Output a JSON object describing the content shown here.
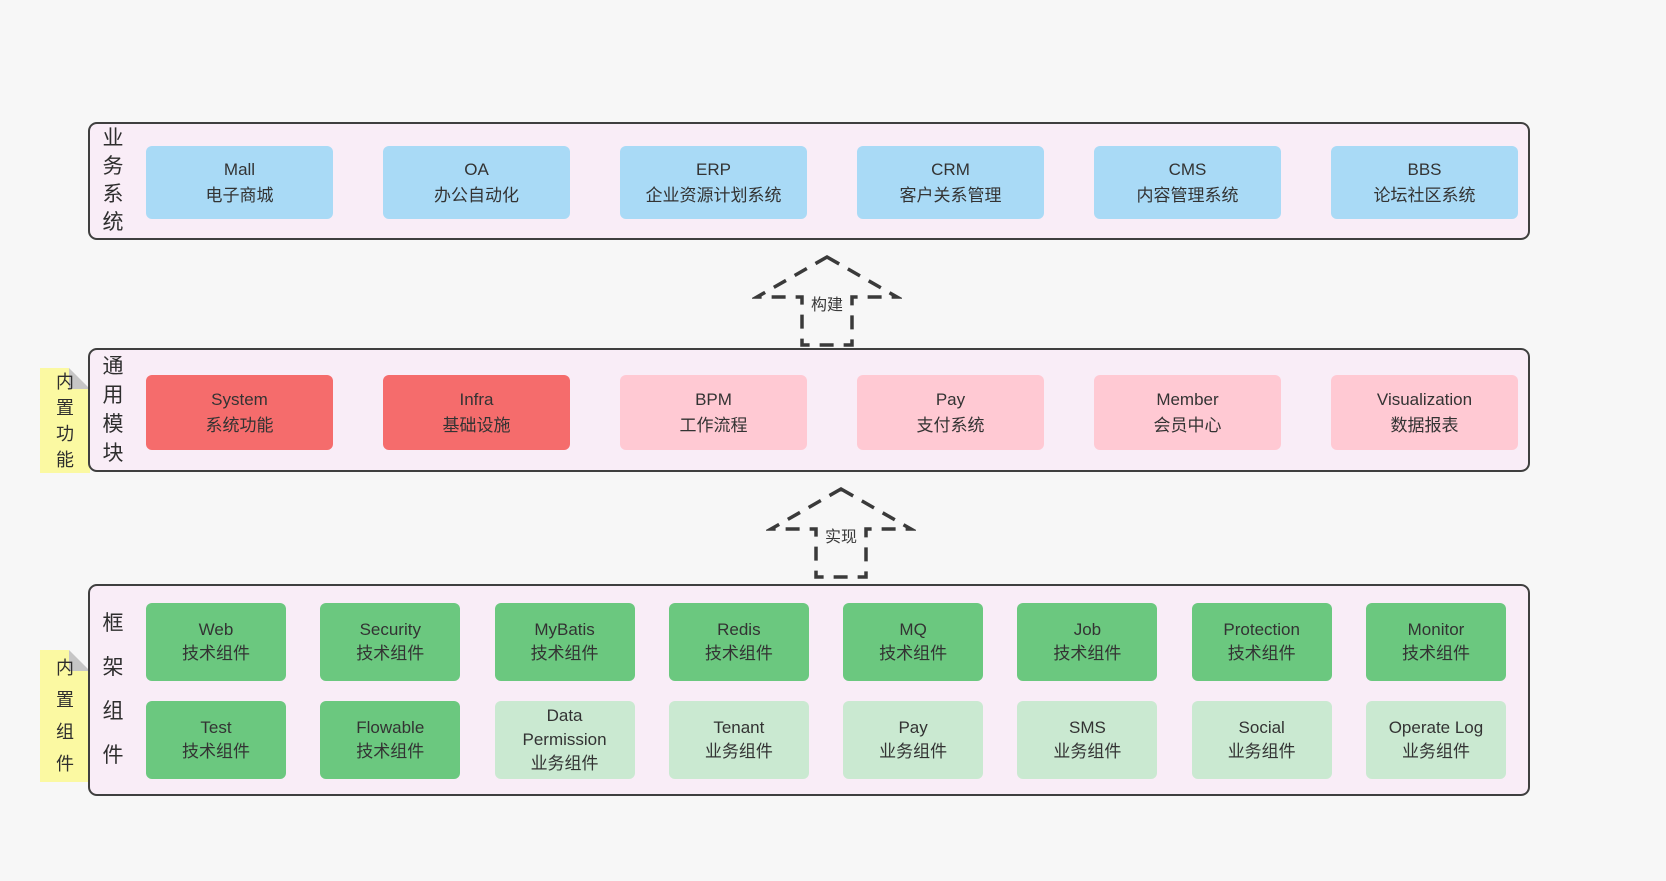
{
  "layers": [
    {
      "id": "business-systems",
      "label": "业务系统",
      "boxes": [
        {
          "title": "Mall",
          "subtitle": "电子商城"
        },
        {
          "title": "OA",
          "subtitle": "办公自动化"
        },
        {
          "title": "ERP",
          "subtitle": "企业资源计划系统"
        },
        {
          "title": "CRM",
          "subtitle": "客户关系管理"
        },
        {
          "title": "CMS",
          "subtitle": "内容管理系统"
        },
        {
          "title": "BBS",
          "subtitle": "论坛社区系统"
        }
      ]
    },
    {
      "id": "common-modules",
      "label": "通用模块",
      "note": "内置功能",
      "boxes": [
        {
          "title": "System",
          "subtitle": "系统功能"
        },
        {
          "title": "Infra",
          "subtitle": "基础设施"
        },
        {
          "title": "BPM",
          "subtitle": "工作流程"
        },
        {
          "title": "Pay",
          "subtitle": "支付系统"
        },
        {
          "title": "Member",
          "subtitle": "会员中心"
        },
        {
          "title": "Visualization",
          "subtitle": "数据报表"
        }
      ]
    },
    {
      "id": "framework-components",
      "label": "框架组件",
      "note": "内置组件",
      "rows": [
        [
          {
            "title": "Web",
            "subtitle": "技术组件"
          },
          {
            "title": "Security",
            "subtitle": "技术组件"
          },
          {
            "title": "MyBatis",
            "subtitle": "技术组件"
          },
          {
            "title": "Redis",
            "subtitle": "技术组件"
          },
          {
            "title": "MQ",
            "subtitle": "技术组件"
          },
          {
            "title": "Job",
            "subtitle": "技术组件"
          },
          {
            "title": "Protection",
            "subtitle": "技术组件"
          },
          {
            "title": "Monitor",
            "subtitle": "技术组件"
          }
        ],
        [
          {
            "title": "Test",
            "subtitle": "技术组件"
          },
          {
            "title": "Flowable",
            "subtitle": "技术组件"
          },
          {
            "title": "Data Permission",
            "subtitle": "业务组件"
          },
          {
            "title": "Tenant",
            "subtitle": "业务组件"
          },
          {
            "title": "Pay",
            "subtitle": "业务组件"
          },
          {
            "title": "SMS",
            "subtitle": "业务组件"
          },
          {
            "title": "Social",
            "subtitle": "业务组件"
          },
          {
            "title": "Operate Log",
            "subtitle": "业务组件"
          }
        ]
      ]
    }
  ],
  "arrows": [
    {
      "label": "构建"
    },
    {
      "label": "实现"
    }
  ],
  "colors": {
    "page_bg": "#f7f7f7",
    "panel_bg": "#f9edf7",
    "border": "#3f3f3f",
    "blue": "#a9daf6",
    "red": "#f56c6c",
    "pink": "#ffc9d3",
    "green": "#6bc87f",
    "light_green": "#cae9d1",
    "note_yellow": "#fbf9a2"
  }
}
